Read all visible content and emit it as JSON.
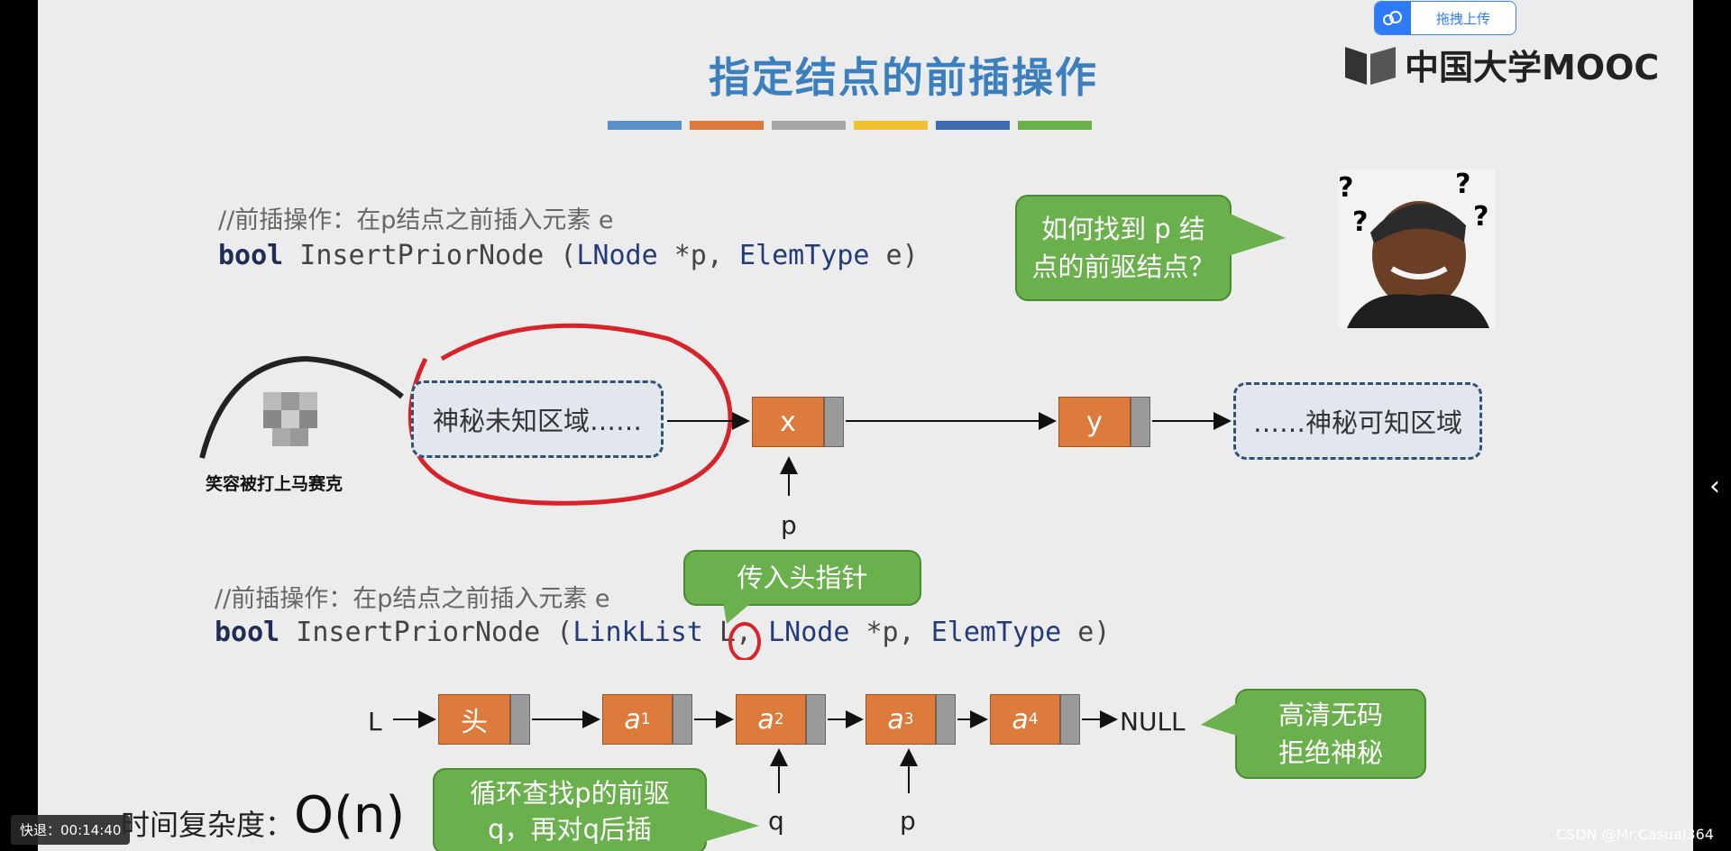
{
  "player": {
    "upload_button": "拖拽上传",
    "logo_text": "中国大学MOOC",
    "seek_tooltip": "快退：00:14:40",
    "watermark": "CSDN @Mr.Casual364",
    "side_collapse": "‹"
  },
  "slide": {
    "title": "指定结点的前插操作",
    "bar_colors": [
      "#5b8fc7",
      "#dd7b3c",
      "#a5a5a5",
      "#f0c12f",
      "#3f6cb1",
      "#6ab04c"
    ],
    "code1": {
      "comment": "//前插操作：在p结点之前插入元素 e",
      "kw": "bool",
      "func": " InsertPriorNode (",
      "type1": "LNode",
      "arg1": " *p, ",
      "type2": "ElemType",
      "arg2": " e)"
    },
    "bubble_top": [
      "如何找到 p 结",
      "点的前驱结点？"
    ],
    "meme_caption": "笑容被打上马赛克",
    "unknown_area": "神秘未知区域……",
    "known_area": "……神秘可知区域",
    "node_x": "x",
    "node_y": "y",
    "pointer_p": "p",
    "code2": {
      "comment": "//前插操作：在p结点之前插入元素 e",
      "kw": "bool",
      "func": " InsertPriorNode (",
      "type0": "LinkList",
      "arg0": " L, ",
      "type1": "LNode",
      "arg1": " *p, ",
      "type2": "ElemType",
      "arg2": " e)"
    },
    "bubble_head": "传入头指针",
    "list": {
      "head_ptr": "L",
      "head_node": "头",
      "nodes": [
        "a",
        "a",
        "a",
        "a"
      ],
      "subs": [
        "1",
        "2",
        "3",
        "4"
      ],
      "null_label": "NULL",
      "ptr_q": "q",
      "ptr_p": "p"
    },
    "bubble_hd": [
      "高清无码",
      "拒绝神秘"
    ],
    "complexity_label": "时间复杂度：",
    "complexity_value": "O(n)",
    "bubble_loop": [
      "循环查找p的前驱",
      "q，再对q后插"
    ]
  }
}
